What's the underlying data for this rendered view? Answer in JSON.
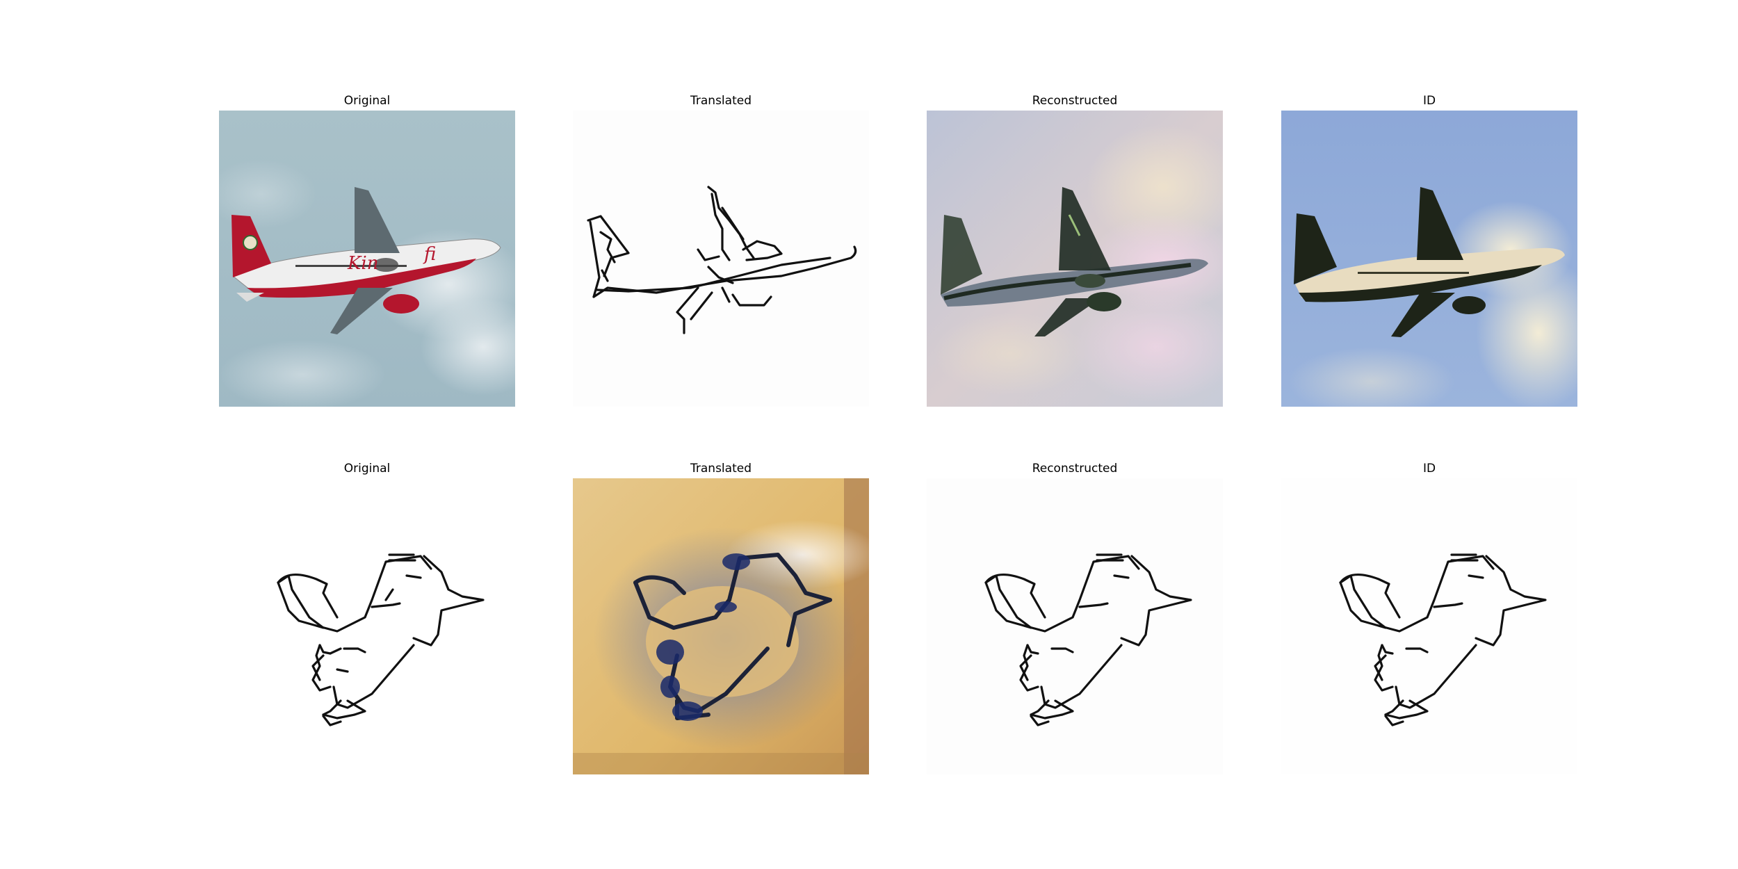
{
  "rows": [
    {
      "panels": [
        {
          "title": "Original"
        },
        {
          "title": "Translated"
        },
        {
          "title": "Reconstructed"
        },
        {
          "title": "ID"
        }
      ]
    },
    {
      "panels": [
        {
          "title": "Original"
        },
        {
          "title": "Translated"
        },
        {
          "title": "Reconstructed"
        },
        {
          "title": "ID"
        }
      ]
    }
  ]
}
